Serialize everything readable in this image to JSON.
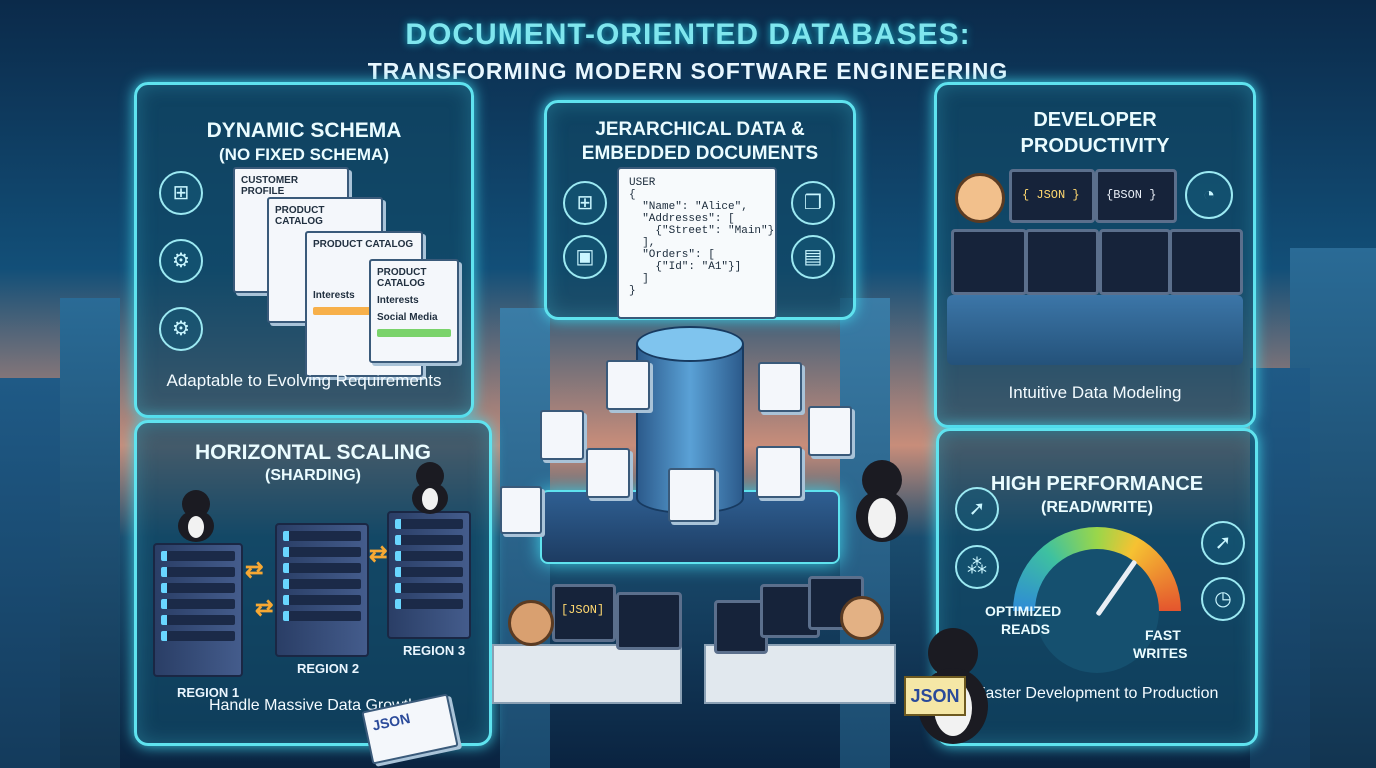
{
  "header": {
    "title": "DOCUMENT-ORIENTED DATABASES:",
    "subtitle": "TRANSFORMING MODERN SOFTWARE ENGINEERING"
  },
  "schema_panel": {
    "title_line1": "DYNAMIC SCHEMA",
    "title_line2": "(NO FIXED SCHEMA)",
    "docs": [
      "CUSTOMER PROFILE",
      "PRODUCT CATALOG",
      "PRODUCT CATALOG",
      "PRODUCT CATALOG"
    ],
    "fields": [
      "Interests",
      "Interests",
      "Social Media"
    ],
    "caption": "Adaptable to Evolving Requirements"
  },
  "hierarchy_panel": {
    "title_line1": "JERARCHICAL DATA &",
    "title_line2": "EMBEDDED DOCUMENTS",
    "json_text": "USER\n{\n  \"Name\": \"Alice\",\n  \"Addresses\": [\n    {\"Street\": \"Main\"}\n  ],\n  \"Orders\": [\n    {\"Id\": \"A1\"}]\n  ]\n}"
  },
  "productivity_panel": {
    "title_line1": "DEVELOPER",
    "title_line2": "PRODUCTIVITY",
    "json_label": "{ JSON }",
    "bson_label": "{BSON }",
    "caption": "Intuitive Data Modeling"
  },
  "scaling_panel": {
    "title_line1": "HORIZONTAL SCALING",
    "title_line2": "(SHARDING)",
    "regions": [
      "REGION 1",
      "REGION 2",
      "REGION 3"
    ],
    "caption": "Handle Massive Data Growth"
  },
  "performance_panel": {
    "title_line1": "HIGH PERFORMANCE",
    "title_line2": "(READ/WRITE)",
    "reads_label_line1": "OPTIMIZED",
    "reads_label_line2": "READS",
    "writes_label_line1": "FAST",
    "writes_label_line2": "WRITES",
    "caption": "Faster Development to Production"
  },
  "center": {
    "screen_label": "[JSON]",
    "penguin_sign": "JSON",
    "floor_paper": "JSON"
  },
  "colors": {
    "accent": "#5fe3ef",
    "arrow": "#f7a833",
    "title": "#7fe6ee"
  }
}
